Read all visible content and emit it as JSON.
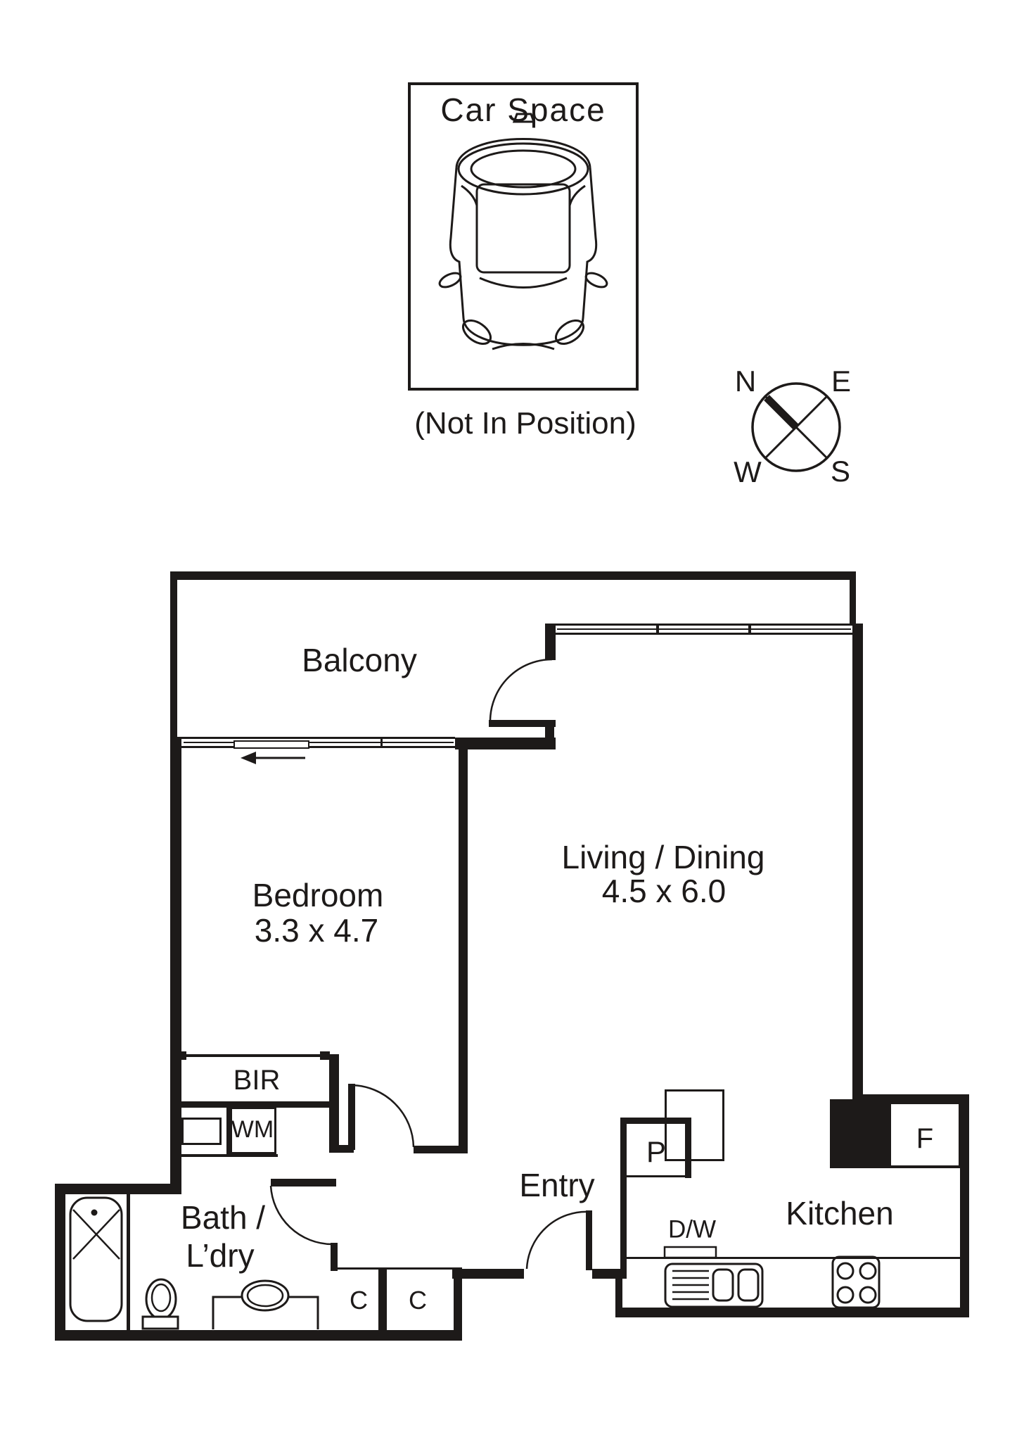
{
  "ink_color": "#1d1a19",
  "car_space": {
    "title": "Car Space",
    "note": "(Not In Position)"
  },
  "compass": {
    "n": "N",
    "e": "E",
    "w": "W",
    "s": "S"
  },
  "rooms": {
    "balcony": {
      "label": "Balcony"
    },
    "bedroom": {
      "label": "Bedroom",
      "dims": "3.3 x 4.7"
    },
    "living": {
      "label": "Living / Dining",
      "dims": "4.5 x 6.0"
    },
    "entry": {
      "label": "Entry"
    },
    "bath": {
      "line1": "Bath /",
      "line2": "L’dry"
    },
    "kitchen": {
      "label": "Kitchen"
    }
  },
  "fixtures": {
    "built_in_robe": "BIR",
    "washing_machine": "WM",
    "pantry": "P",
    "fridge": "F",
    "dishwasher": "D/W",
    "cupboard_left": "C",
    "cupboard_right": "C"
  }
}
